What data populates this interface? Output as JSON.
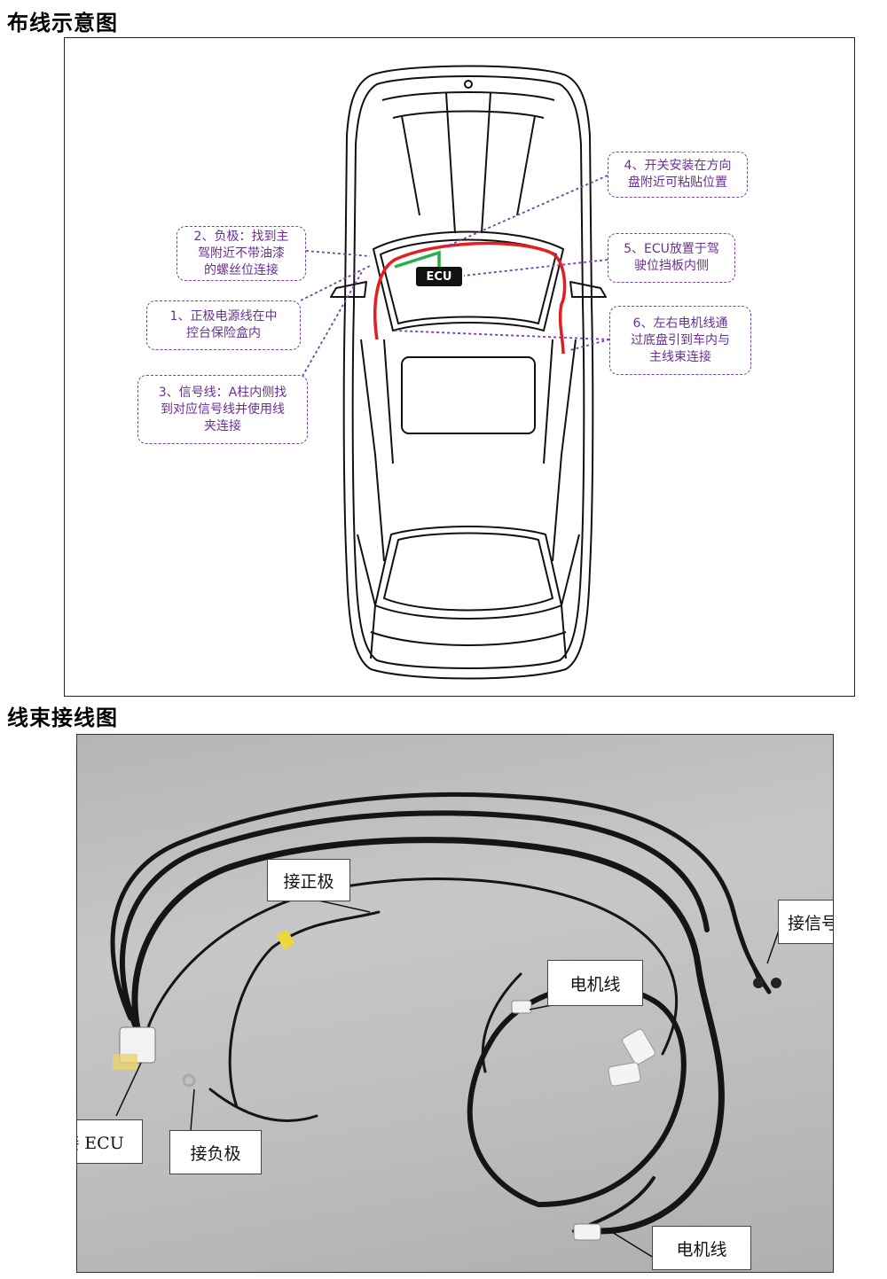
{
  "titles": {
    "wiring_diagram": "布线示意图",
    "harness_diagram": "线束接线图"
  },
  "ecu_label": "ECU",
  "callouts": {
    "c1": "1、正极电源线在中\n控台保险盒内",
    "c2": "2、负极：找到主\n驾附近不带油漆\n的螺丝位连接",
    "c3": "3、信号线：A柱内侧找\n到对应信号线并使用线\n夹连接",
    "c4": "4、开关安装在方向\n盘附近可粘贴位置",
    "c5": "5、ECU放置于驾\n驶位挡板内侧",
    "c6": "6、左右电机线通\n过底盘引到车内与\n主线束连接"
  },
  "photo_labels": {
    "positive": "接正极",
    "signal": "接信号线",
    "motor1": "电机线",
    "ecu": "接 ECU",
    "negative": "接负极",
    "motor2": "电机线"
  },
  "colors": {
    "callout_purple": "#7b3fa6",
    "red_wire": "#e41e1e",
    "green_wire": "#22b14c"
  }
}
